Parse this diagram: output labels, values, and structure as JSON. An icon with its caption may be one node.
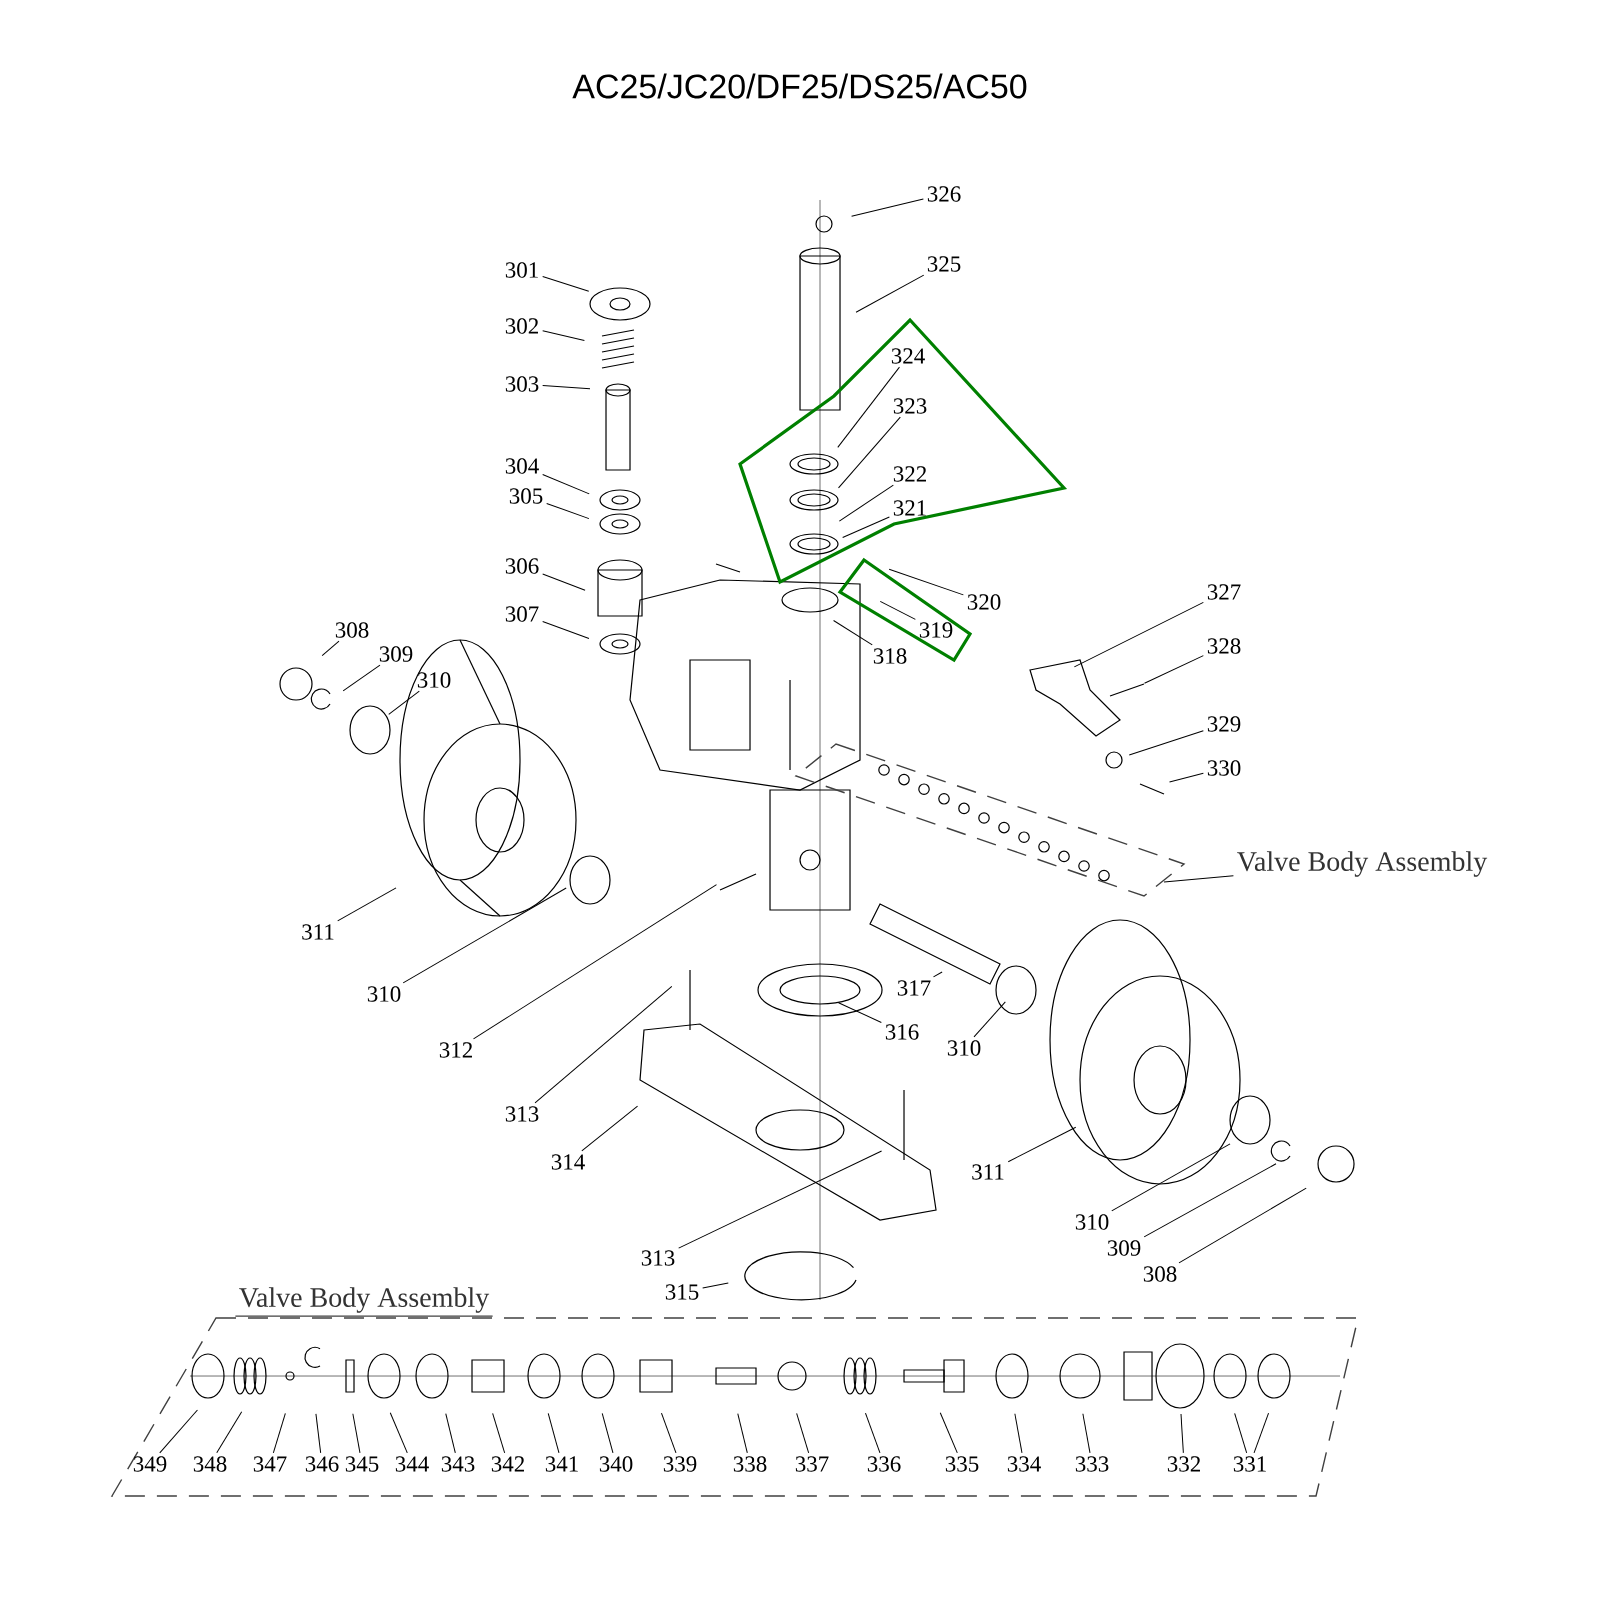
{
  "diagram": {
    "title": "AC25/JC20/DF25/DS25/AC50",
    "nodes": [
      {
        "text": [
          "326"
        ]
      },
      {
        "text": [
          "325"
        ]
      },
      {
        "text": [
          "301"
        ]
      },
      {
        "text": [
          "324"
        ]
      },
      {
        "text": [
          "302"
        ]
      },
      {
        "text": [
          "323"
        ]
      },
      {
        "text": [
          "303"
        ]
      },
      {
        "text": [
          "304"
        ]
      },
      {
        "text": [
          "322"
        ]
      },
      {
        "text": [
          "305"
        ]
      },
      {
        "text": [
          "321"
        ]
      },
      {
        "text": [
          "306"
        ]
      },
      {
        "text": [
          "327"
        ]
      },
      {
        "text": [
          "320"
        ]
      },
      {
        "text": [
          "307"
        ]
      },
      {
        "text": [
          "308"
        ]
      },
      {
        "text": [
          "319"
        ]
      },
      {
        "text": [
          "328"
        ]
      },
      {
        "text": [
          "309"
        ]
      },
      {
        "text": [
          "318"
        ]
      },
      {
        "text": [
          "310"
        ]
      },
      {
        "text": [
          "329"
        ]
      },
      {
        "text": [
          "330"
        ]
      },
      {
        "text": [
          "Valve Body Assembly"
        ]
      },
      {
        "text": [
          "311"
        ]
      },
      {
        "text": [
          "310"
        ]
      },
      {
        "text": [
          "317"
        ]
      },
      {
        "text": [
          "316"
        ]
      },
      {
        "text": [
          "310"
        ]
      },
      {
        "text": [
          "312"
        ]
      },
      {
        "text": [
          "313"
        ]
      },
      {
        "text": [
          "314"
        ]
      },
      {
        "text": [
          "311"
        ]
      },
      {
        "text": [
          "310"
        ]
      },
      {
        "text": [
          "309"
        ]
      },
      {
        "text": [
          "313"
        ]
      },
      {
        "text": [
          "308"
        ]
      },
      {
        "text": [
          "315"
        ]
      },
      {
        "text": [
          "Valve Body Assembly"
        ]
      },
      {
        "text": [
          "349"
        ],
        "in": 38
      },
      {
        "text": [
          "348"
        ],
        "in": 38
      },
      {
        "text": [
          "347"
        ],
        "in": 38
      },
      {
        "text": [
          "346"
        ],
        "in": 38
      },
      {
        "text": [
          "345"
        ],
        "in": 38
      },
      {
        "text": [
          "344"
        ],
        "in": 38
      },
      {
        "text": [
          "343"
        ],
        "in": 38
      },
      {
        "text": [
          "342"
        ],
        "in": 38
      },
      {
        "text": [
          "341"
        ],
        "in": 38
      },
      {
        "text": [
          "340"
        ],
        "in": 38
      },
      {
        "text": [
          "339"
        ],
        "in": 38
      },
      {
        "text": [
          "338"
        ],
        "in": 38
      },
      {
        "text": [
          "337"
        ],
        "in": 38
      },
      {
        "text": [
          "336"
        ],
        "in": 38
      },
      {
        "text": [
          "335"
        ],
        "in": 38
      },
      {
        "text": [
          "334"
        ],
        "in": 38
      },
      {
        "text": [
          "333"
        ],
        "in": 38
      },
      {
        "text": [
          "332"
        ],
        "in": 38
      },
      {
        "text": [
          "331"
        ],
        "in": 38
      },
      {
        "text": [],
        "shape": "box"
      }
    ],
    "edges": [
      {
        "from": 0,
        "to": null,
        "arrow": "none"
      },
      {
        "from": 1,
        "to": null,
        "arrow": "none"
      },
      {
        "from": 2,
        "to": null,
        "arrow": "none"
      },
      {
        "from": 3,
        "to": null,
        "arrow": "none"
      },
      {
        "from": 4,
        "to": null,
        "arrow": "none"
      },
      {
        "from": 5,
        "to": null,
        "arrow": "none"
      },
      {
        "from": 6,
        "to": null,
        "arrow": "none"
      },
      {
        "from": 7,
        "to": null,
        "arrow": "none"
      },
      {
        "from": 8,
        "to": null,
        "arrow": "none"
      },
      {
        "from": 9,
        "to": null,
        "arrow": "none"
      },
      {
        "from": 10,
        "to": null,
        "arrow": "none"
      },
      {
        "from": 11,
        "to": null,
        "arrow": "none"
      },
      {
        "from": 12,
        "to": null,
        "arrow": "none"
      },
      {
        "from": 13,
        "to": null,
        "arrow": "none"
      },
      {
        "from": 14,
        "to": null,
        "arrow": "none"
      },
      {
        "from": 15,
        "to": null,
        "arrow": "none"
      },
      {
        "from": 16,
        "to": null,
        "arrow": "none"
      },
      {
        "from": 17,
        "to": null,
        "arrow": "none"
      },
      {
        "from": 18,
        "to": null,
        "arrow": "none"
      },
      {
        "from": 19,
        "to": null,
        "arrow": "none"
      },
      {
        "from": 20,
        "to": null,
        "arrow": "none"
      },
      {
        "from": 21,
        "to": null,
        "arrow": "none"
      },
      {
        "from": 22,
        "to": null,
        "arrow": "none"
      },
      {
        "from": 23,
        "to": 58,
        "arrow": "none"
      },
      {
        "from": 24,
        "to": null,
        "arrow": "none"
      },
      {
        "from": 25,
        "to": null,
        "arrow": "none"
      },
      {
        "from": 26,
        "to": null,
        "arrow": "none"
      },
      {
        "from": 27,
        "to": null,
        "arrow": "none"
      },
      {
        "from": 28,
        "to": null,
        "arrow": "none"
      },
      {
        "from": 29,
        "to": null,
        "arrow": "none"
      },
      {
        "from": 30,
        "to": null,
        "arrow": "none"
      },
      {
        "from": 31,
        "to": null,
        "arrow": "none"
      },
      {
        "from": 32,
        "to": null,
        "arrow": "none"
      },
      {
        "from": 33,
        "to": null,
        "arrow": "none"
      },
      {
        "from": 34,
        "to": null,
        "arrow": "none"
      },
      {
        "from": 35,
        "to": null,
        "arrow": "none"
      },
      {
        "from": 36,
        "to": null,
        "arrow": "none"
      },
      {
        "from": 37,
        "to": null,
        "arrow": "none"
      },
      {
        "from": 39,
        "to": null,
        "arrow": "none"
      },
      {
        "from": 40,
        "to": null,
        "arrow": "none"
      },
      {
        "from": 41,
        "to": null,
        "arrow": "none"
      },
      {
        "from": 42,
        "to": null,
        "arrow": "none"
      },
      {
        "from": 43,
        "to": null,
        "arrow": "none"
      },
      {
        "from": 44,
        "to": null,
        "arrow": "none"
      },
      {
        "from": 45,
        "to": null,
        "arrow": "none"
      },
      {
        "from": 46,
        "to": null,
        "arrow": "none"
      },
      {
        "from": 47,
        "to": null,
        "arrow": "none"
      },
      {
        "from": 48,
        "to": null,
        "arrow": "none"
      },
      {
        "from": 49,
        "to": null,
        "arrow": "none"
      },
      {
        "from": 50,
        "to": null,
        "arrow": "none"
      },
      {
        "from": 51,
        "to": null,
        "arrow": "none"
      },
      {
        "from": 52,
        "to": null,
        "arrow": "none"
      },
      {
        "from": 53,
        "to": null,
        "arrow": "none"
      },
      {
        "from": 54,
        "to": null,
        "arrow": "none"
      },
      {
        "from": 55,
        "to": null,
        "arrow": "none"
      },
      {
        "from": 56,
        "to": null,
        "arrow": "none"
      },
      {
        "from": 57,
        "to": null,
        "arrow": "none"
      },
      {
        "from": 57,
        "to": null,
        "arrow": "none"
      }
    ]
  }
}
